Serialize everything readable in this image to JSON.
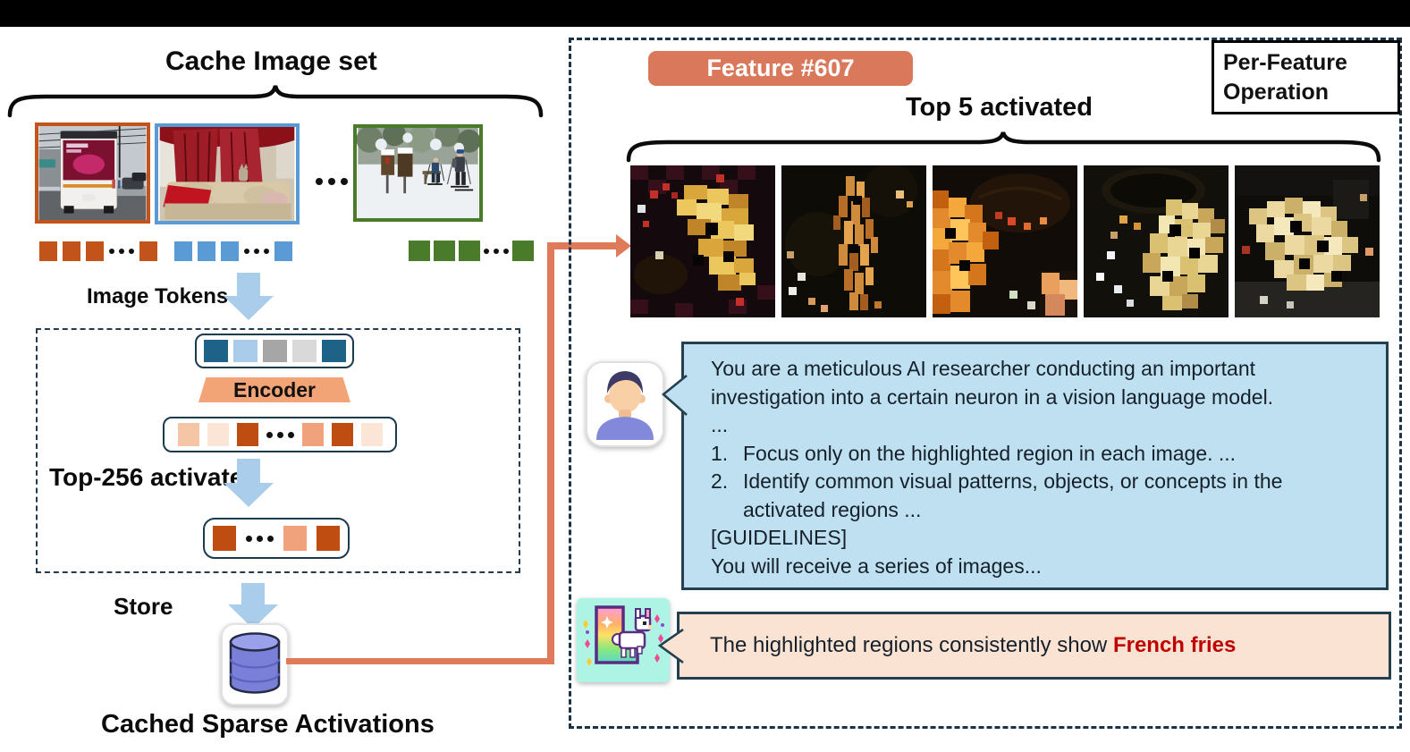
{
  "colors": {
    "accent_terracotta": "#d9785a",
    "connector_orange": "#df7b5b",
    "arrow_blue": "#a9cdeb",
    "panel_border_navy": "#1b3346",
    "bubble_blue": "#bee0f0",
    "bubble_peach": "#fbe3d4",
    "highlight_red": "#c00000",
    "token_orange": "#c2541b",
    "token_blue": "#5b9bd5",
    "token_green": "#4a7b2b",
    "token_teal": "#1f6287",
    "token_dark_orange": "#bf4d12",
    "token_salmon": "#f0a27c"
  },
  "left": {
    "title": "Cache Image set",
    "image_tokens_label": "Image Tokens",
    "encoder_label": "Encoder",
    "top256_label": "Top-256 activated",
    "store_label": "Store",
    "cached_label": "Cached Sparse Activations",
    "cache_images": [
      {
        "alt": "bus on street"
      },
      {
        "alt": "living room with red curtains and couch"
      },
      {
        "alt": "cross-country skiers in snow"
      }
    ],
    "cache_rows": [
      {
        "w": 20,
        "h": 22,
        "gap": 6,
        "items": [
          "#c2541b",
          "#c2541b",
          "#c2541b",
          "dots",
          "#c2541b"
        ]
      },
      {
        "w": 20,
        "h": 22,
        "gap": 6,
        "items": [
          "#5b9bd5",
          "#5b9bd5",
          "#5b9bd5",
          "dots",
          "#5b9bd5"
        ]
      },
      {
        "w": 24,
        "h": 23,
        "gap": 4,
        "items": [
          "#4a7b2b",
          "#4a7b2b",
          "#4a7b2b",
          "dots",
          "#4a7b2b"
        ]
      }
    ],
    "input_strip": {
      "w": 27,
      "h": 25,
      "gap": 6,
      "items": [
        "#1f6287",
        "#a9ccea",
        "#a6a6a6",
        "#d9d9d9",
        "#1f6287"
      ]
    },
    "activation_strip": {
      "w": 24,
      "h": 26,
      "gap": 9,
      "items": [
        "#f5c6a5",
        "#fbe5d6",
        "#bf4d12",
        "dots",
        "#f0a27c",
        "#bf4d12",
        "#fbe5d6"
      ]
    },
    "output_strip": {
      "w": 26,
      "h": 28,
      "gap": 11,
      "items": [
        "#bf4d12",
        "dots",
        "#f0a27c",
        "#bf4d12"
      ]
    }
  },
  "right": {
    "feature_badge": "Feature #607",
    "per_feature_line1": "Per-Feature",
    "per_feature_line2": "Operation",
    "top5_label": "Top 5 activated",
    "top_images": [
      {
        "alt": "highlighted french fries on checkered table"
      },
      {
        "alt": "highlighted thin french fries pile"
      },
      {
        "alt": "highlighted fries next to burger"
      },
      {
        "alt": "highlighted pale fries near bowl"
      },
      {
        "alt": "highlighted fries scattered on tray"
      }
    ],
    "prompt_bubble": {
      "line1": "You are a meticulous AI researcher conducting an important investigation into a certain neuron in a vision language model.",
      "line2": "...",
      "item1_marker": "1.",
      "item1_text": "Focus only on the highlighted region in each image. ...",
      "item2_marker": "2.",
      "item2_text": "Identify common visual patterns, objects, or concepts in the activated regions ...",
      "line3": "[GUIDELINES]",
      "line4": "You will receive a series of images..."
    },
    "response_bubble": {
      "text": "The highlighted regions consistently show ",
      "highlight": "French fries"
    }
  }
}
